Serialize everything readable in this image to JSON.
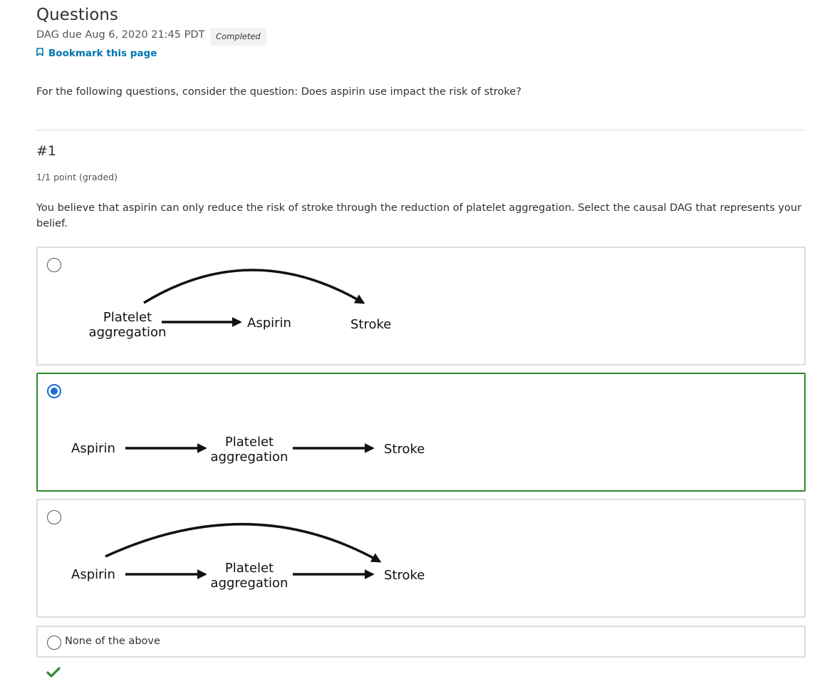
{
  "header": {
    "title": "Questions",
    "due": "DAG due Aug 6, 2020 21:45 PDT",
    "status": "Completed",
    "bookmark_label": "Bookmark this page"
  },
  "intro": "For the following questions, consider the question: Does aspirin use impact the risk of stroke?",
  "question": {
    "number": "#1",
    "points": "1/1 point (graded)",
    "prompt": "You believe that aspirin can only reduce the risk of stroke through the reduction of platelet aggregation. Select the causal DAG that represents your belief.",
    "options": [
      {
        "selected": false,
        "nodes": {
          "platelet_line1": "Platelet",
          "platelet_line2": "aggregation",
          "aspirin": "Aspirin",
          "stroke": "Stroke"
        }
      },
      {
        "selected": true,
        "nodes": {
          "aspirin": "Aspirin",
          "platelet_line1": "Platelet",
          "platelet_line2": "aggregation",
          "stroke": "Stroke"
        }
      },
      {
        "selected": false,
        "nodes": {
          "aspirin": "Aspirin",
          "platelet_line1": "Platelet",
          "platelet_line2": "aggregation",
          "stroke": "Stroke"
        }
      },
      {
        "selected": false,
        "label": "None of the above"
      }
    ],
    "result": "correct",
    "colors": {
      "correct_border": "#2e8a2e",
      "selected_radio": "#1a6fd6",
      "link": "#0075b4",
      "checkmark": "#2e8a2e"
    }
  }
}
